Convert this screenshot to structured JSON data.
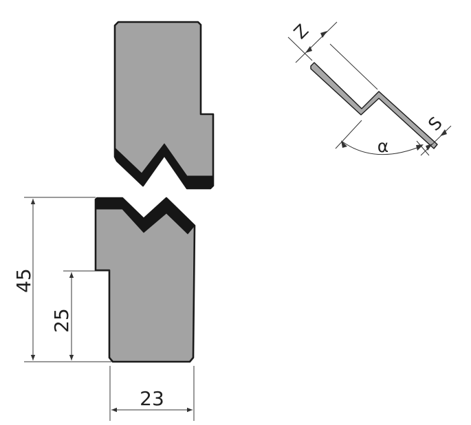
{
  "dimensions": {
    "total_height": "45",
    "step_height": "25",
    "width": "23"
  },
  "profile_icon": {
    "flange_label": "Z",
    "thickness_label": "S",
    "angle_label": "α"
  },
  "colors": {
    "steel": "#a3a3a3",
    "hardened_edge": "#161616",
    "dimension_lines": "#333333"
  }
}
